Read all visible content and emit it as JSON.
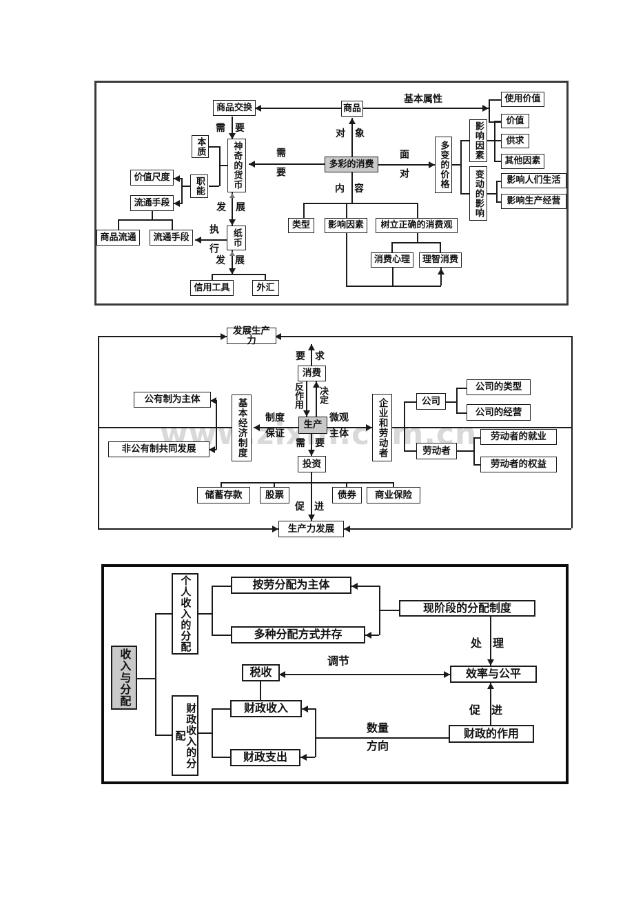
{
  "colors": {
    "line": "#1a1a1a",
    "shaded_box": "#c9c9c9",
    "panel1_border": "#3a3a3a",
    "panel3_border": "#0b0b0b"
  },
  "watermark": "www.zixin.com.cn",
  "panel1": {
    "boxes": {
      "shangpin_jiaohuan": "商品交换",
      "shangpin": "商品",
      "shiyong_jiazhi": "使用价值",
      "jiazhi": "价值",
      "gongqiu": "供求",
      "qita_yinsu": "其他因素",
      "yingxiang_renmen_shenghuo": "影响人们生活",
      "yingxiang_shengchan_jingying": "影响生产经营",
      "yingxiang_yinsu_1": "影响因素",
      "biandong_de_yingxiang": "变动的影响",
      "duobian_de_jiage": "多变的价格",
      "duocai_de_xiaofei": "多彩的消费",
      "shenqi_de_huobi": "神奇的货币",
      "benzhi": "本质",
      "zhineng": "职能",
      "jiazhi_chidu": "价值尺度",
      "liutong_shouduan_1": "流通手段",
      "shangpin_liutong": "商品流通",
      "liutong_shouduan_2": "流通手段",
      "zhibi": "纸币",
      "xinyong_gongju": "信用工具",
      "waihui": "外汇",
      "leixing": "类型",
      "yingxiang_yinsu_2": "影响因素",
      "shuli_zhengque_xiaofeiguan": "树立正确的消费观",
      "xiaofei_xinli": "消费心理",
      "lizhi_xiaofei": "理智消费"
    },
    "labels": {
      "jiben_shuxing": "基本属性",
      "xu_yao_1": "需　要",
      "dui_xiang": "对　象",
      "xu_yao_2": "需　要",
      "mian_dui": "面　对",
      "nei_rong": "内　容",
      "fa_zhan_1": "发　展",
      "zhi_xing": "执　行",
      "fa_zhan_2": "发　展"
    }
  },
  "panel2": {
    "boxes": {
      "fazhan_shengchanli": "发展生产力",
      "xiaofei": "消费",
      "shengchan": "生产",
      "jiben_jingji_zhidu": "基本经济制度",
      "gongyouzhi_wei_zhuti": "公有制为主体",
      "feigongyouzhi_gongtong_fazhan": "非公有制共同发展",
      "qiye_he_laodongzhe": "企业和劳动者",
      "gongsi": "公司",
      "laodongzhe": "劳动者",
      "gongsi_de_leixing": "公司的类型",
      "gongsi_de_jingying": "公司的经营",
      "laodongzhe_de_jiuye": "劳动者的就业",
      "laodongzhe_de_quanyi": "劳动者的权益",
      "touzi": "投资",
      "chuxu_cunkuan": "储蓄存款",
      "gupiao": "股票",
      "zhaiquan": "债券",
      "shangye_baoxian": "商业保险",
      "shengchanli_fazhan": "生产力发展"
    },
    "labels": {
      "yao_qiu": "要　求",
      "fan_zuoyong": "反作用",
      "jue_ding": "决定",
      "zhidu_baozheng": "制度\n保证",
      "weiguan_zhuti": "微观\n主体",
      "xu_yao": "需　要",
      "cu_jin": "促　进"
    }
  },
  "panel3": {
    "boxes": {
      "shouru_yu_fenpei": "收入与分配",
      "geren_shouru_de_fenpei": "个人收入的分配",
      "anlao_fenpei_wei_zhuti": "按劳分配为主体",
      "duozhong_fenpei_fangshi_bingcun": "多种分配方式并存",
      "xianjieduan_de_fenpei_zhidu": "现阶段的分配制度",
      "xiaolv_yu_gongping": "效率与公平",
      "shuishou": "税收",
      "caizheng_shouru": "财政收入",
      "caizheng_zhichu": "财政支出",
      "caizheng_shouru_de_fenpei": "财政收入的分配",
      "caizheng_de_zuoyong": "财政的作用"
    },
    "labels": {
      "chu_li": "处　理",
      "tiao_jie": "调节",
      "cu_jin": "促　进",
      "shuliang_fangxiang": "数量\n方向"
    }
  }
}
